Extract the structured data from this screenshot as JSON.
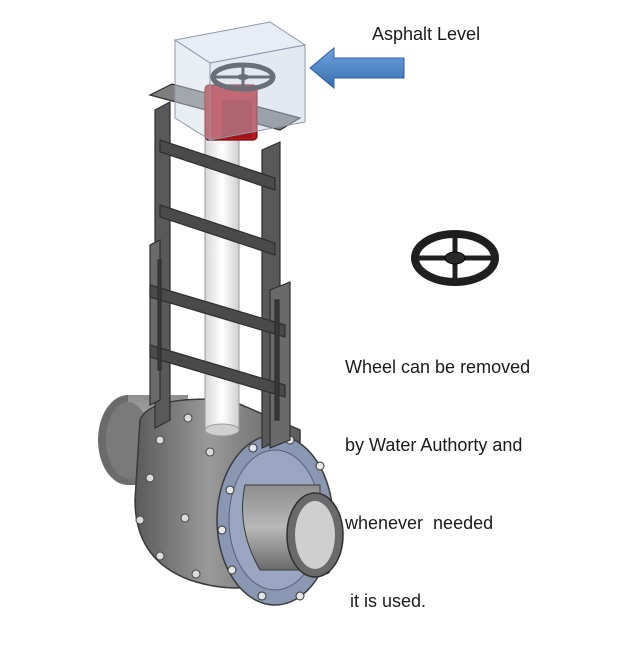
{
  "labels": {
    "asphalt_level": "Asphalt Level",
    "wheel_note": [
      "Wheel can be removed",
      "by Water Authorty and",
      "whenever  needed",
      " it is used."
    ]
  },
  "colors": {
    "background": "#ffffff",
    "metal_dark": "#4a4a4a",
    "metal_mid": "#7d7d7d",
    "metal_light": "#a6a6a6",
    "stem": "#f2f2f2",
    "handwheel_housing": "#c0171b",
    "glass_box": "#c9d2e6",
    "arrow": "#4f86c6",
    "flange_blue": "#7f8fb0",
    "text": "#1a1a1a"
  },
  "icons": {
    "arrow": "arrow-left-icon",
    "wheel": "handwheel-icon"
  }
}
